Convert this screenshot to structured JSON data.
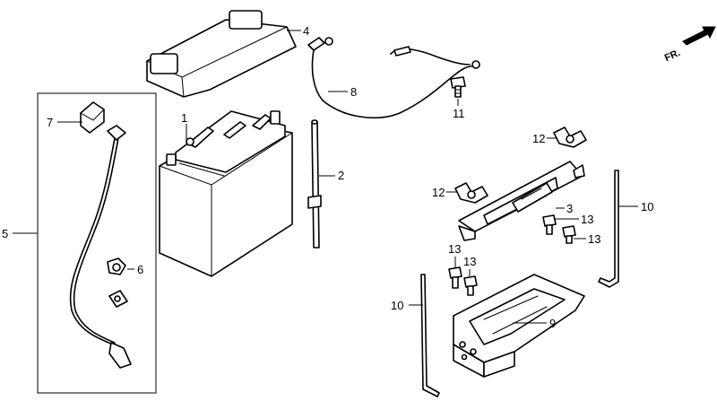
{
  "direction_indicator": {
    "label": "FR."
  },
  "callouts": {
    "battery": "1",
    "breather_tube": "2",
    "battery_holder": "3",
    "battery_cover": "4",
    "wire_harness_group": "5",
    "terminal_cap": "6",
    "terminal_cover": "7",
    "battery_cable": "8",
    "battery_tray": "9",
    "holder_rod_left": "10",
    "holder_rod_right": "10",
    "bolt": "11",
    "wing_nut_top": "12",
    "wing_nut_mid": "12",
    "bolt_holder_a": "13",
    "bolt_holder_b": "13",
    "bolt_tray_a": "13",
    "bolt_tray_b": "13"
  }
}
